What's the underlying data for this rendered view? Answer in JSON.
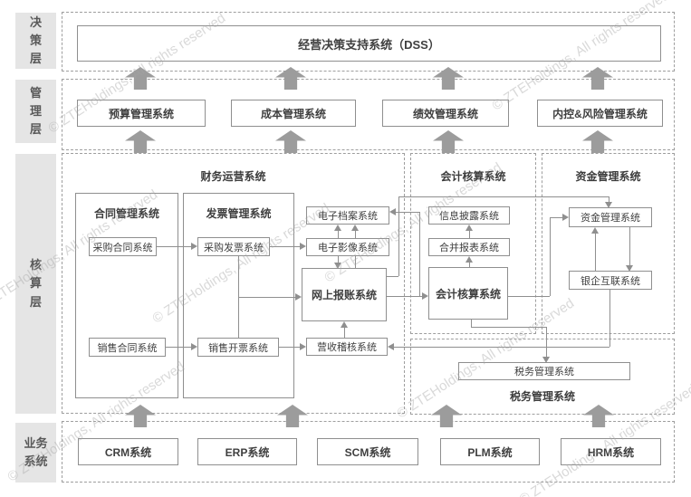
{
  "watermark": "© ZTEHoldings, All rights reserved",
  "colors": {
    "box_border": "#8f8f8f",
    "dashed_border": "#9e9e9e",
    "layer_label_bg": "#e5e5e5",
    "block_arrow": "#9c9c9c",
    "text": "#3f3f3f",
    "watermark": "#aaaaaa"
  },
  "decision_layer": {
    "label": "决策层",
    "dss_label": "经营决策支持系统（DSS）"
  },
  "management_layer": {
    "label": "管理层",
    "systems": [
      "预算管理系统",
      "成本管理系统",
      "绩效管理系统",
      "内控&风险管理系统"
    ]
  },
  "accounting_layer": {
    "label": "核算层",
    "finance_ops": {
      "title": "财务运营系统",
      "contract_group": {
        "title": "合同管理系统",
        "purchase": "采购合同系统",
        "sales": "销售合同系统"
      },
      "invoice_group": {
        "title": "发票管理系统",
        "purchase": "采购发票系统",
        "sales": "销售开票系统"
      },
      "archive": "电子档案系统",
      "imaging": "电子影像系统",
      "reimbursement": "网上报账系统",
      "revenue_audit": "营收稽核系统"
    },
    "accounting_section": {
      "title": "会计核算系统",
      "disclosure": "信息披露系统",
      "consolidation": "合并报表系统",
      "core": "会计核算系统"
    },
    "treasury_section": {
      "title": "资金管理系统",
      "fund": "资金管理系统",
      "bank": "银企互联系统"
    },
    "tax_section": {
      "title": "税务管理系统",
      "box": "税务管理系统"
    }
  },
  "business_layer": {
    "label": "业务系统",
    "systems": [
      "CRM系统",
      "ERP系统",
      "SCM系统",
      "PLM系统",
      "HRM系统"
    ]
  }
}
